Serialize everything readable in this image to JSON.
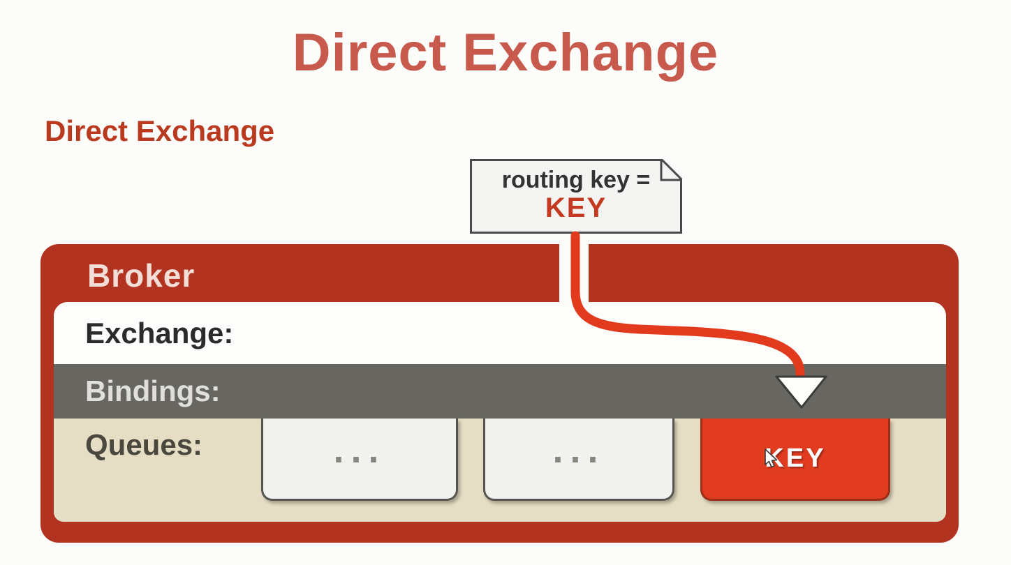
{
  "page": {
    "background": "#fcfcfa"
  },
  "title": {
    "text": "Direct Exchange",
    "color": "#c75a4d"
  },
  "subtitle": {
    "text": "Direct Exchange",
    "color": "#b93a1e"
  },
  "routing_note": {
    "label": "routing key =",
    "key": "KEY",
    "background": "#f4f4f2",
    "border_color": "#4a4a4a",
    "label_color": "#333333",
    "key_color": "#c43a20"
  },
  "broker": {
    "title": "Broker",
    "frame_color": "#b23420",
    "title_color": "#f2ddd7",
    "rows": {
      "exchange": {
        "label": "Exchange:",
        "background": "#fdfdfc",
        "text_color": "#2b2b2b"
      },
      "bindings": {
        "label": "Bindings:",
        "background": "#676660",
        "text_color": "#e0dfdd"
      },
      "queues": {
        "label": "Queues:",
        "background": "#e5dec4",
        "text_color": "#4a483e"
      }
    },
    "queue_boxes": [
      {
        "label": "...",
        "kind": "placeholder",
        "background": "#f1f1ef"
      },
      {
        "label": "...",
        "kind": "placeholder",
        "background": "#f1f1ef"
      },
      {
        "label": "KEY",
        "kind": "bound-key",
        "background": "#e23c20",
        "text_color": "#ffffff"
      }
    ]
  },
  "connector": {
    "line_color": "#e23a1c",
    "arrowhead_fill": "#fdfdfb",
    "arrowhead_border": "#3a3a38"
  },
  "cursor": {
    "type": "arrow-pointer"
  }
}
